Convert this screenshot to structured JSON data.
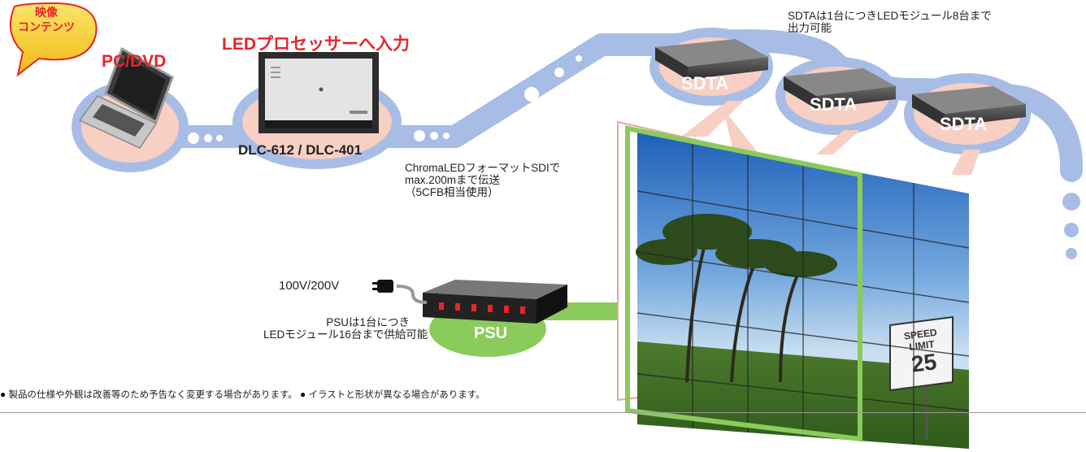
{
  "bubble": {
    "line1": "映像",
    "line2": "コンテンツ"
  },
  "source": {
    "title": "PC/DVD"
  },
  "processor": {
    "title": "LEDプロセッサーへ入力",
    "model": "DLC-612 / DLC-401"
  },
  "transmission": {
    "line1": "ChromaLEDフォーマットSDIで",
    "line2": "max.200mまで伝送",
    "line3": "（5CFB相当使用）"
  },
  "sdta": {
    "label": "SDTA",
    "note_line1": "SDTAは1台につきLEDモジュール8台まで",
    "note_line2": "出力可能",
    "units": [
      "SDTA",
      "SDTA",
      "SDTA"
    ]
  },
  "power": {
    "voltage": "100V/200V",
    "psu_label": "PSU",
    "note_line1": "PSUは1台につき",
    "note_line2": "LEDモジュール16台まで供給可能"
  },
  "sign": {
    "line1": "SPEED",
    "line2": "LIMIT",
    "line3": "25"
  },
  "disclaimer": {
    "bullet": "●",
    "text1": "製品の仕様や外観は改善等のため予告なく変更する場合があります。",
    "text2": "イラストと形状が異なる場合があります。"
  },
  "colors": {
    "path_blue": "#a7bde6",
    "node_pink": "#f7cfc3",
    "psu_green": "#8bcb5b",
    "accent_red": "#e8242a",
    "bubble_yellow": "#f6d024"
  }
}
